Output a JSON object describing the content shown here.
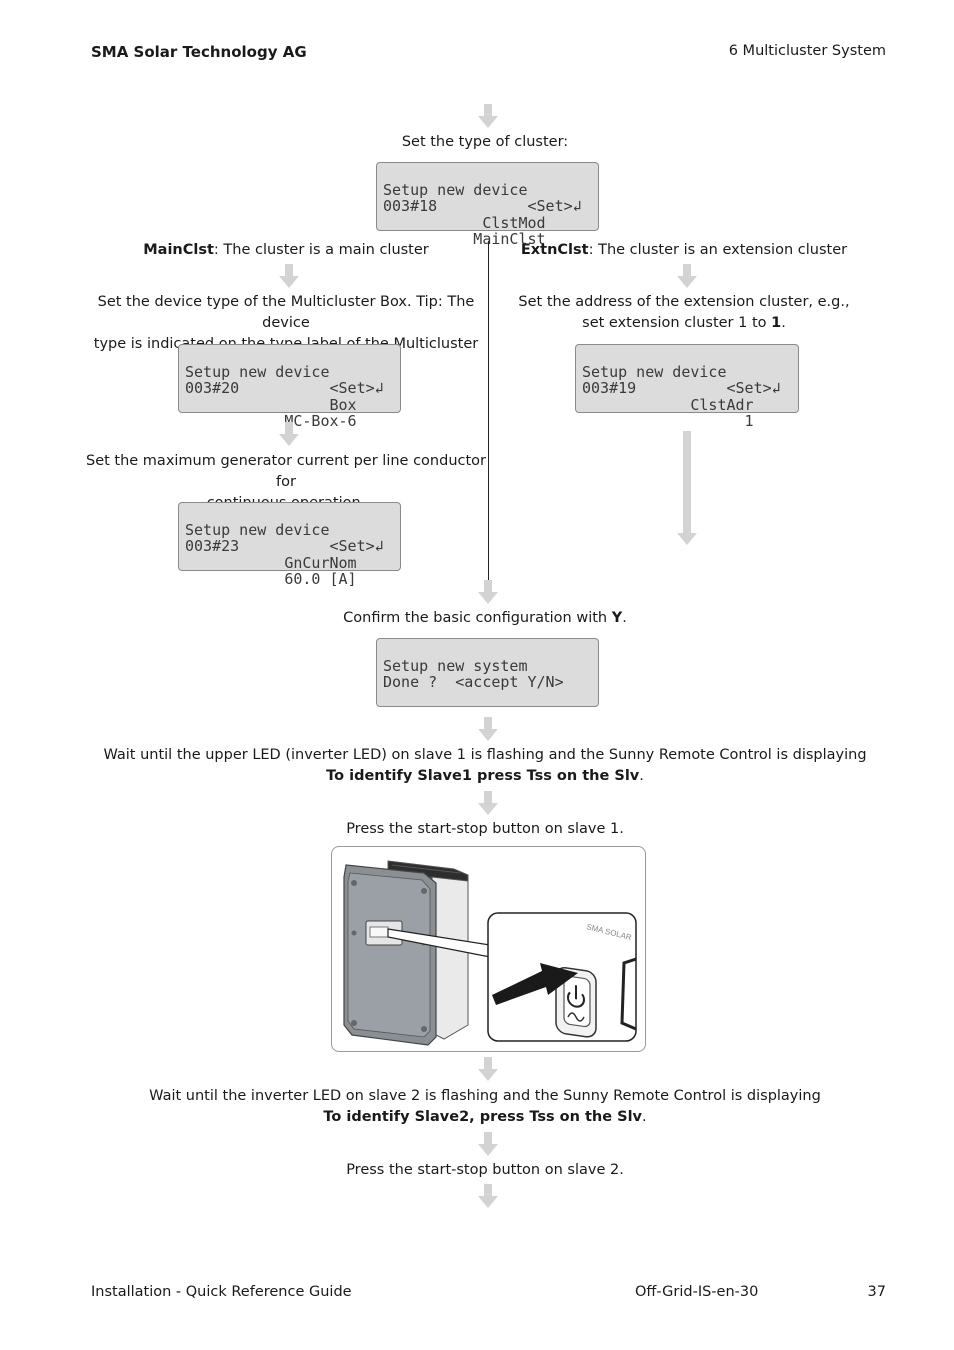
{
  "header": {
    "company": "SMA Solar Technology AG",
    "section": "6  Multicluster System"
  },
  "step_cluster_type": {
    "text": "Set the type of cluster:",
    "lcd": [
      "Setup new device",
      "003#18          <Set>↲",
      "           ClstMod",
      "          MainClst"
    ]
  },
  "left_branch": {
    "heading_bold": "MainClst",
    "heading_rest": ": The cluster is a main cluster",
    "step_box": {
      "line1": "Set the device type of the Multicluster Box. Tip: The device",
      "line2": "type is indicated on the type label of the Multicluster Box.",
      "lcd": [
        "Setup new device",
        "003#20          <Set>↲",
        "                Box",
        "           MC-Box-6"
      ]
    },
    "step_current": {
      "line1": "Set the maximum generator current per line conductor for",
      "line2": "continuous operation.",
      "lcd": [
        "Setup new device",
        "003#23          <Set>↲",
        "           GnCurNom",
        "           60.0 [A]"
      ]
    }
  },
  "right_branch": {
    "heading_bold": "ExtnClst",
    "heading_rest": ": The cluster is an extension cluster",
    "step_address": {
      "line1": "Set the address of the extension cluster, e.g.,",
      "line2_pre": "set extension cluster 1 to ",
      "line2_bold": "1",
      "line2_post": ".",
      "lcd": [
        "Setup new device",
        "003#19          <Set>↲",
        "            ClstAdr",
        "                  1"
      ]
    }
  },
  "step_confirm": {
    "text_pre": "Confirm the basic configuration with ",
    "text_bold": "Y",
    "text_post": ".",
    "lcd": [
      "Setup new system",
      "Done ?  <accept Y/N>"
    ]
  },
  "step_wait_slave1": {
    "line1": "Wait until the upper LED (inverter LED) on slave 1 is flashing and the Sunny Remote Control is displaying",
    "line2_bold": "To identify Slave1 press Tss on the Slv",
    "line2_post": "."
  },
  "step_press_slave1": {
    "text": "Press the start-stop button on slave 1.",
    "figure_brand": "SMA SOLAR"
  },
  "step_wait_slave2": {
    "line1": "Wait until the inverter LED on slave 2 is flashing and the Sunny Remote Control is displaying",
    "line2_bold": "To identify Slave2, press Tss on the Slv",
    "line2_post": "."
  },
  "step_press_slave2": {
    "text": "Press the start-stop button on slave 2."
  },
  "footer": {
    "doc_title": "Installation - Quick Reference Guide",
    "doc_code": "Off-Grid-IS-en-30",
    "page_number": "37"
  },
  "colors": {
    "arrow": "#d3d3d3",
    "lcd_background": "#dcdcdc",
    "lcd_border": "#8a8a8a"
  }
}
